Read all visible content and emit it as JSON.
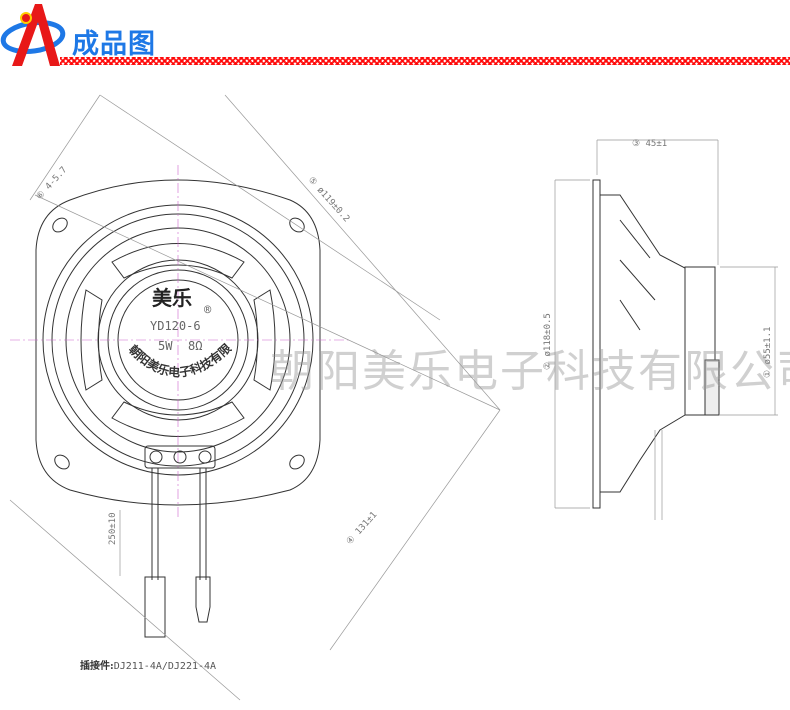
{
  "header": {
    "title": "成品图",
    "logo_icon": "red-a-blue-orbit-logo"
  },
  "front_view": {
    "brand": "美乐",
    "registered": "®",
    "model": "YD120-6",
    "power": "5W",
    "impedance": "8Ω",
    "company": "朝阳美乐电子科技有限公司",
    "dimensions": {
      "hole": "⑥ 4-5.7",
      "diameter": "⑤ ø119±0.2",
      "diagonal": "④ 131±1",
      "lead_length": "250±10"
    }
  },
  "side_view": {
    "dimensions": {
      "depth": "③ 45±1",
      "frame_diameter": "② ø118±0.5",
      "magnet_diameter": "① ø55±1.1"
    }
  },
  "connector": {
    "label": "插接件:",
    "value": "DJ211-4A/DJ221-4A"
  },
  "watermark": "朝阳美乐电子科技有限公司"
}
